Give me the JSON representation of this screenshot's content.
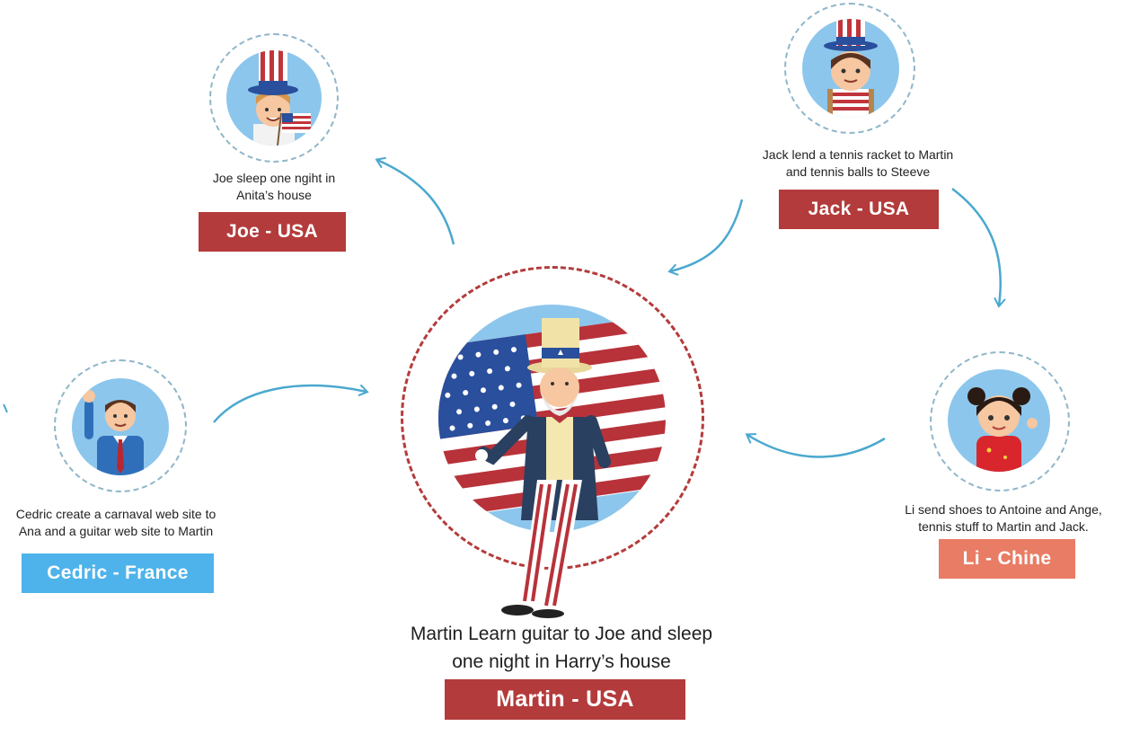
{
  "nodes": {
    "joe": {
      "caption_line1": "Joe sleep one ngiht in",
      "caption_line2": "Anita’s house",
      "tag": "Joe - USA"
    },
    "jack": {
      "caption_line1": "Jack lend a tennis racket to Martin",
      "caption_line2": "and tennis balls to Steeve",
      "tag": "Jack - USA"
    },
    "cedric": {
      "caption_line1": "Cedric create a carnaval web site to",
      "caption_line2": "Ana and a guitar web site to Martin",
      "tag": "Cedric - France"
    },
    "li": {
      "caption_line1": "Li send shoes to Antoine and Ange,",
      "caption_line2": "tennis stuff to Martin and Jack.",
      "tag": "Li - Chine"
    },
    "martin": {
      "caption_line1": "Martin Learn guitar to Joe and sleep",
      "caption_line2": "one night in Harry’s house",
      "tag": "Martin - USA"
    }
  },
  "colors": {
    "usa_tag": "#b43b3b",
    "france_tag": "#4eb3ea",
    "china_tag": "#e97c65",
    "arrow": "#4aa8cf",
    "avatar_bg": "#8cc6ec"
  },
  "icons": {
    "joe": "uncle-sam-hat-boy-icon",
    "jack": "uncle-sam-hat-kid-icon",
    "cedric": "businessman-icon",
    "li": "chinese-girl-icon",
    "martin": "uncle-sam-icon"
  }
}
